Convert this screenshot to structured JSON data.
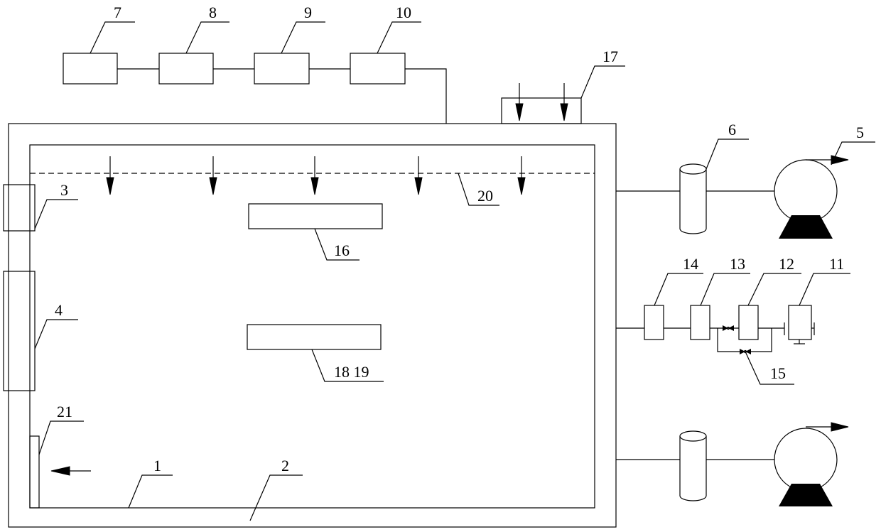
{
  "labels": {
    "l1": "1",
    "l2": "2",
    "l3": "3",
    "l4": "4",
    "l5": "5",
    "l6": "6",
    "l7": "7",
    "l8": "8",
    "l9": "9",
    "l10": "10",
    "l11": "11",
    "l12": "12",
    "l13": "13",
    "l14": "14",
    "l15": "15",
    "l16": "16",
    "l17": "17",
    "l18_19": "18 19",
    "l20": "20",
    "l21": "21"
  }
}
